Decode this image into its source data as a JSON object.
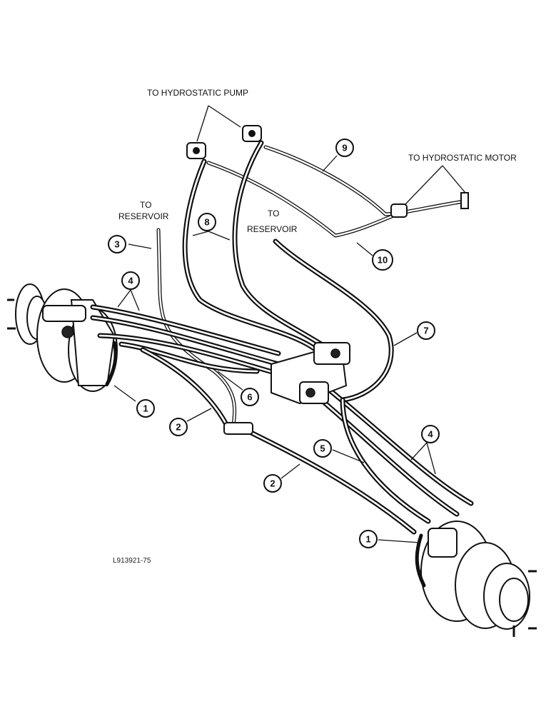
{
  "labels": {
    "to_pump": "TO HYDROSTATIC PUMP",
    "to_motor": "TO HYDROSTATIC MOTOR",
    "to_reservoir_left_line1": "TO",
    "to_reservoir_left_line2": "RESERVOIR",
    "to_reservoir_mid_line1": "TO",
    "to_reservoir_mid_line2": "RESERVOIR",
    "figure_id": "L913921-75"
  },
  "callouts": {
    "c1_left": "1",
    "c1_right": "1",
    "c2_left": "2",
    "c2_right": "2",
    "c3": "3",
    "c4_left": "4",
    "c4_right": "4",
    "c5": "5",
    "c6": "6",
    "c7": "7",
    "c8": "8",
    "c9": "9",
    "c10": "10"
  }
}
